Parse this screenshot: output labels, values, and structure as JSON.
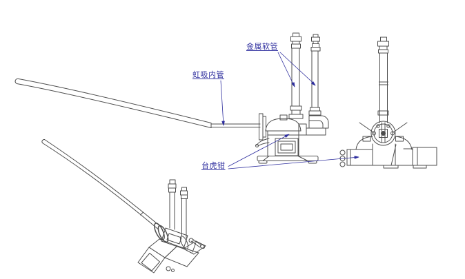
{
  "figure": {
    "background_color": "#ffffff",
    "line_color": "#4d4d4d",
    "label_color": "#2e2e9e",
    "labels": {
      "metal_hose": "金属软管",
      "siphon_inner_tube": "虹吸内管",
      "bench_vise": "台虎钳"
    }
  }
}
